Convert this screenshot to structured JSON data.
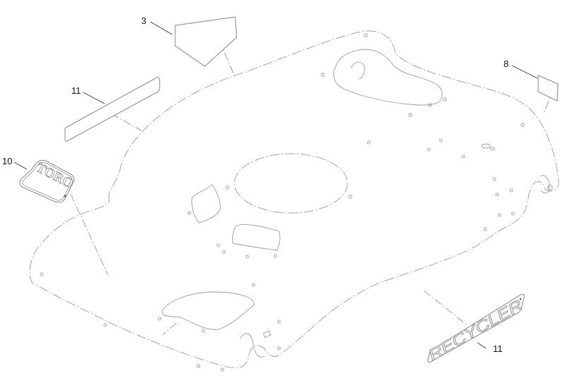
{
  "diagram": {
    "type": "exploded parts diagram",
    "subject": "mower deck decals",
    "callouts": [
      {
        "id": "callout-3",
        "label": "3",
        "part": "triangular decal (top)"
      },
      {
        "id": "callout-8",
        "label": "8",
        "part": "small rectangular decal (right)"
      },
      {
        "id": "callout-11-top",
        "label": "11",
        "part": "long strip decal (left)"
      },
      {
        "id": "callout-10",
        "label": "10",
        "part": "TORO logo decal"
      },
      {
        "id": "callout-11-bottom",
        "label": "11",
        "part": "RECYCLER decal"
      }
    ],
    "decal_text": {
      "toro": "TORO",
      "recycler": "RECYCLER"
    },
    "colors": {
      "line": "#9a9a9a",
      "leader": "#333333",
      "background": "#ffffff"
    }
  }
}
